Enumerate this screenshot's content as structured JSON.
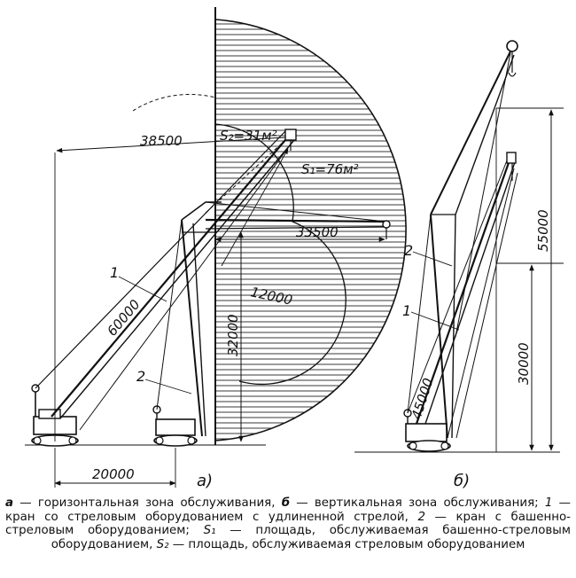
{
  "figure": {
    "dimensions": {
      "radius_boom": "38500",
      "radius_tower": "33500",
      "height_tower": "32000",
      "jib_length": "12000",
      "boom_length": "60000",
      "base_width": "20000",
      "height_total": "55000",
      "height_lower": "30000",
      "boom_length_b": "45000"
    },
    "area_labels": {
      "s2": "S₂=31м²",
      "s1": "S₁=76м²"
    },
    "crane_labels": {
      "one": "1",
      "two": "2"
    },
    "subfigure_labels": {
      "a": "а)",
      "b": "б)"
    }
  },
  "caption": {
    "a_key": "а",
    "a_text": " — горизонтальная зона обслуживания, ",
    "b_key": "б",
    "b_text": " — вертикальная зона обслуживания; ",
    "one_key": "1",
    "one_text": " — кран со стреловым оборудованием с удлиненной стрелой, ",
    "two_key": "2",
    "two_text": " — кран с башенно-стреловым оборудованием; ",
    "s1_key": "S₁",
    "s1_text": " — площадь, обслуживаемая башенно-стреловым оборудованием, ",
    "s2_key": "S₂",
    "s2_text": " — площадь, обслуживаемая стреловым оборудованием"
  }
}
